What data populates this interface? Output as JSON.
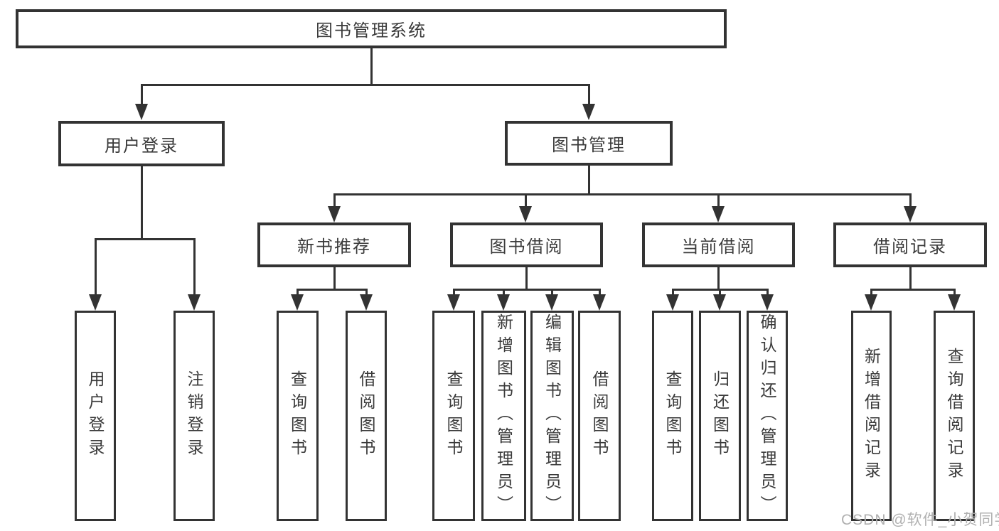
{
  "diagram_title": "图书管理系统",
  "watermark": "CSDN @软件_小贺同学",
  "colors": {
    "line": "#333333",
    "text": "#3a3a3a",
    "box_background": "#ffffff",
    "watermark": "#b0b0b0",
    "background": "#ffffff"
  },
  "tree": {
    "label": "图书管理系统",
    "children": [
      {
        "label": "用户登录",
        "children": [
          {
            "label": "用户登录"
          },
          {
            "label": "注销登录"
          }
        ]
      },
      {
        "label": "图书管理",
        "children": [
          {
            "label": "新书推荐",
            "children": [
              {
                "label": "查询图书"
              },
              {
                "label": "借阅图书"
              }
            ]
          },
          {
            "label": "图书借阅",
            "children": [
              {
                "label": "查询图书"
              },
              {
                "label": "新增图书（管理员）"
              },
              {
                "label": "编辑图书（管理员）"
              },
              {
                "label": "借阅图书"
              }
            ]
          },
          {
            "label": "当前借阅",
            "children": [
              {
                "label": "查询图书"
              },
              {
                "label": "归还图书"
              },
              {
                "label": "确认归还（管理员）"
              }
            ]
          },
          {
            "label": "借阅记录",
            "children": [
              {
                "label": "新增借阅记录"
              },
              {
                "label": "查询借阅记录"
              }
            ]
          }
        ]
      }
    ]
  }
}
